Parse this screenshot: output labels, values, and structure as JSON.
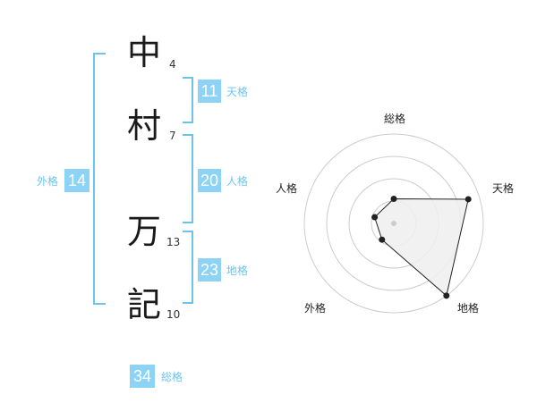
{
  "name": {
    "chars": [
      {
        "char": "中",
        "strokes": "4"
      },
      {
        "char": "村",
        "strokes": "7"
      },
      {
        "char": "万",
        "strokes": "13"
      },
      {
        "char": "記",
        "strokes": "10"
      }
    ]
  },
  "kakusu": {
    "tenkaku": {
      "value": "11",
      "label": "天格"
    },
    "jinkaku": {
      "value": "20",
      "label": "人格"
    },
    "chikaku": {
      "value": "23",
      "label": "地格"
    },
    "gaikaku": {
      "value": "14",
      "label": "外格"
    },
    "soukaku": {
      "value": "34",
      "label": "総格"
    }
  },
  "radar": {
    "labels": {
      "soukaku": "総格",
      "tenkaku": "天格",
      "chikaku": "地格",
      "gaikaku": "外格",
      "jinkaku": "人格"
    },
    "levels": 4,
    "values": {
      "soukaku": 1.1,
      "tenkaku": 3.5,
      "chikaku": 4.0,
      "gaikaku": 0.9,
      "jinkaku": 0.9
    },
    "colors": {
      "ring": "#cccccc",
      "fill": "#eeeeee",
      "line": "#222222",
      "point": "#222222",
      "center": "#cccccc"
    }
  }
}
